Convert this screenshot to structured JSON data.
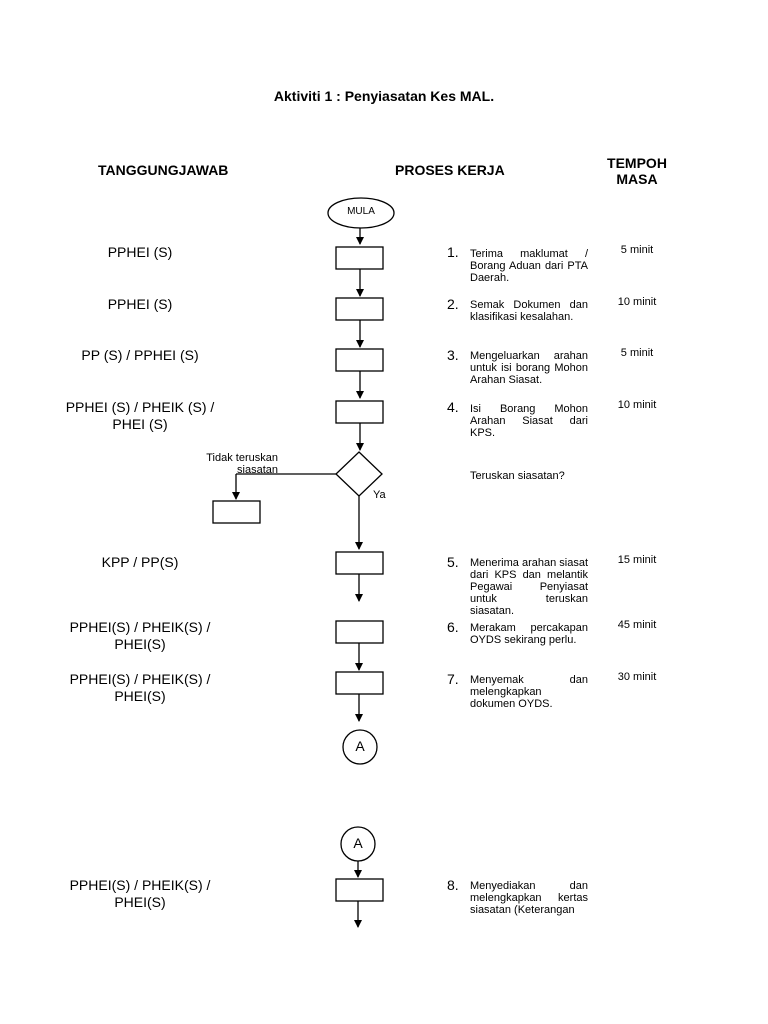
{
  "title": "Aktiviti 1 : Penyiasatan Kes MAL.",
  "headers": {
    "responsibility": "TANGGUNGJAWAB",
    "process": "PROSES KERJA",
    "time": "TEMPOH MASA"
  },
  "start_label": "MULA",
  "decision": {
    "no_label": "Tidak teruskan siasatan",
    "yes_label": "Ya",
    "question": "Teruskan siasatan?"
  },
  "connector_label": "A",
  "steps": [
    {
      "number": "1.",
      "responsible": "PPHEI (S)",
      "description": "Terima maklumat / Borang Aduan dari PTA Daerah.",
      "time": "5 minit"
    },
    {
      "number": "2.",
      "responsible": "PPHEI (S)",
      "description": "Semak Dokumen dan klasifikasi kesalahan.",
      "time": "10 minit"
    },
    {
      "number": "3.",
      "responsible": "PP (S) / PPHEI (S)",
      "description": "Mengeluarkan arahan untuk isi borang Mohon Arahan Siasat.",
      "time": "5 minit"
    },
    {
      "number": "4.",
      "responsible": "PPHEI (S) / PHEIK (S) / PHEI (S)",
      "description": "Isi Borang Mohon Arahan Siasat dari KPS.",
      "time": "10 minit"
    },
    {
      "number": "5.",
      "responsible": "KPP / PP(S)",
      "description": "Menerima arahan siasat dari KPS dan melantik Pegawai Penyiasat untuk teruskan siasatan.",
      "time": "15 minit"
    },
    {
      "number": "6.",
      "responsible": "PPHEI(S) / PHEIK(S) / PHEI(S)",
      "description": "Merakam percakapan OYDS sekirang perlu.",
      "time": "45 minit"
    },
    {
      "number": "7.",
      "responsible": "PPHEI(S) / PHEIK(S) / PHEI(S)",
      "description": "Menyemak dan melengkapkan dokumen OYDS.",
      "time": "30 minit"
    },
    {
      "number": "8.",
      "responsible": "PPHEI(S) / PHEIK(S) / PHEI(S)",
      "description": "Menyediakan dan melengkapkan kertas siasatan (Keterangan",
      "time": ""
    }
  ]
}
